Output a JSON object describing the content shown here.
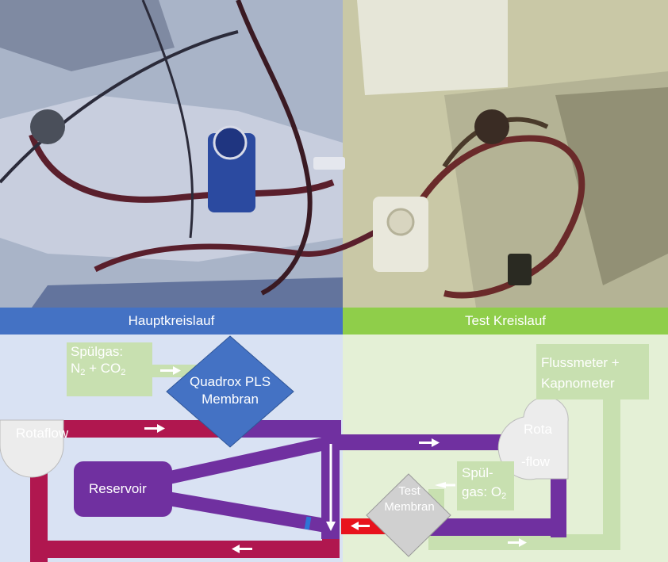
{
  "header": {
    "left_label": "Hauptkreislauf",
    "right_label": "Test Kreislauf"
  },
  "photo": {
    "description_icon": "photo-of-ecmo-circuit"
  },
  "diagram": {
    "spuelgas_main_line1": "Spülgas:",
    "spuelgas_main_n2": "N",
    "spuelgas_main_sub2": "2",
    "spuelgas_main_plus": " + CO",
    "spuelgas_main_sub2b": "2",
    "oxygenator_line1": "Quadrox PLS",
    "oxygenator_line2": "Membran",
    "rotaflow": "Rotaflow",
    "reservoir": "Reservoir",
    "flussmeter_line1": "Flussmeter +",
    "flussmeter_line2": "Kapnometer",
    "rota_line1": "Rota",
    "rota_line2": "-flow",
    "test_membran_line1": "Test",
    "test_membran_line2": "Membran",
    "spuelgas_test_line1": "Spül-",
    "spuelgas_test_line2": "gas: O",
    "spuelgas_test_sub": "2"
  },
  "colors": {
    "header_left": "#4472c4",
    "header_right": "#8fce4a",
    "crimson_tube": "#b0174f",
    "purple_tube": "#7030a0",
    "oxygenator": "#4472c4",
    "test_panel_bg": "#e4f0d6",
    "main_panel_bg": "#d9e2f3"
  }
}
